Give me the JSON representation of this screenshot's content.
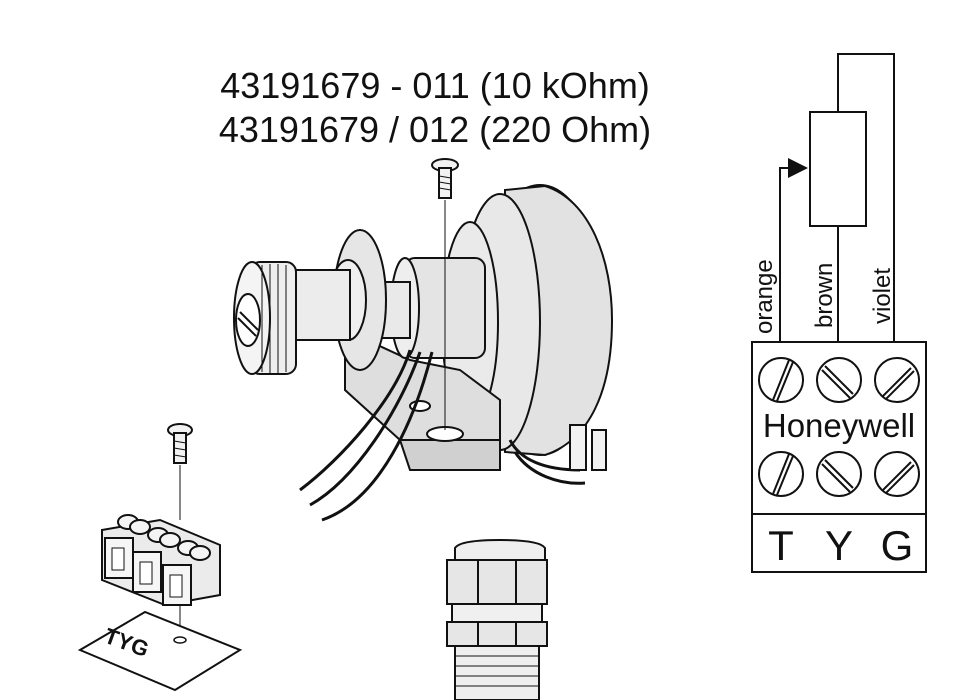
{
  "part_numbers": {
    "line1": "43191679 - 011 (10 kOhm)",
    "line2": "43191679 / 012 (220 Ohm)"
  },
  "wiring": {
    "wire_colors": [
      "orange",
      "brown",
      "violet"
    ],
    "brand": "Honeywell",
    "terminal_letters": [
      "T",
      "Y",
      "G"
    ]
  },
  "terminal_block_label": "TYG",
  "colors": {
    "line": "#111111",
    "fill": "#e6e6e6",
    "shade": "#cfcfcf"
  }
}
